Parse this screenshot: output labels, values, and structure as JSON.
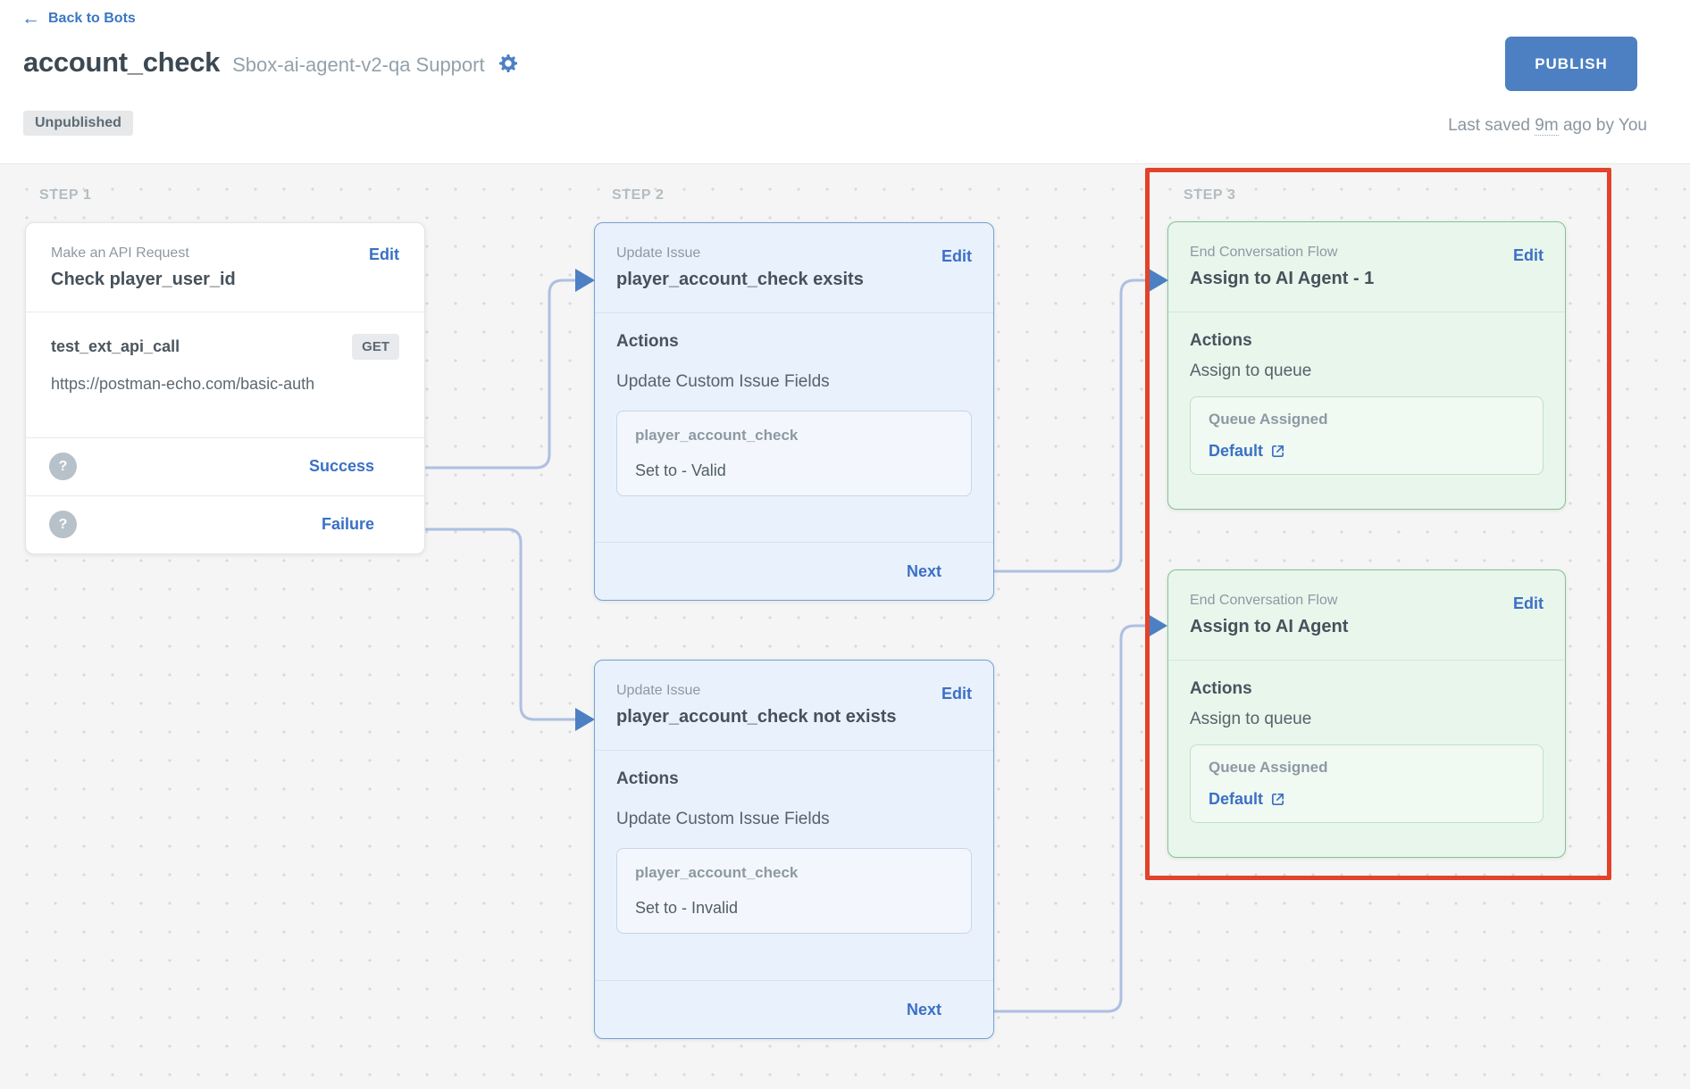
{
  "header": {
    "back_label": "Back to Bots",
    "title": "account_check",
    "subtitle": "Sbox-ai-agent-v2-qa Support",
    "status_badge": "Unpublished",
    "publish_label": "PUBLISH",
    "last_saved_prefix": "Last saved ",
    "last_saved_time": "9m",
    "last_saved_suffix": " ago by You"
  },
  "icons": {
    "back_arrow": "←",
    "help": "?"
  },
  "colors": {
    "accent_blue": "#4c80c3",
    "link_blue": "#3b70c5",
    "highlight_red": "#e2432b",
    "connector_blue": "#aebfe2",
    "card_blue_border": "#74a0d6",
    "card_green_border": "#85c292"
  },
  "steps": {
    "one": {
      "label": "STEP 1",
      "card": {
        "type_label": "Make an API Request",
        "name": "Check player_user_id",
        "edit_label": "Edit",
        "api_name": "test_ext_api_call",
        "method": "GET",
        "url": "https://postman-echo.com/basic-auth",
        "outcomes": [
          {
            "label": "Success"
          },
          {
            "label": "Failure"
          }
        ]
      }
    },
    "two": {
      "label": "STEP 2",
      "cards": [
        {
          "type_label": "Update Issue",
          "name": "player_account_check exsits",
          "edit_label": "Edit",
          "actions_title": "Actions",
          "action_name": "Update Custom Issue Fields",
          "field_name": "player_account_check",
          "field_value": "Set to - Valid",
          "next_label": "Next"
        },
        {
          "type_label": "Update Issue",
          "name": "player_account_check not exists",
          "edit_label": "Edit",
          "actions_title": "Actions",
          "action_name": "Update Custom Issue Fields",
          "field_name": "player_account_check",
          "field_value": "Set to - Invalid",
          "next_label": "Next"
        }
      ]
    },
    "three": {
      "label": "STEP 3",
      "cards": [
        {
          "type_label": "End Conversation Flow",
          "name": "Assign to AI Agent - 1",
          "edit_label": "Edit",
          "actions_title": "Actions",
          "action_name": "Assign to queue",
          "field_name": "Queue Assigned",
          "field_value": "Default"
        },
        {
          "type_label": "End Conversation Flow",
          "name": "Assign to AI Agent",
          "edit_label": "Edit",
          "actions_title": "Actions",
          "action_name": "Assign to queue",
          "field_name": "Queue Assigned",
          "field_value": "Default"
        }
      ]
    }
  }
}
